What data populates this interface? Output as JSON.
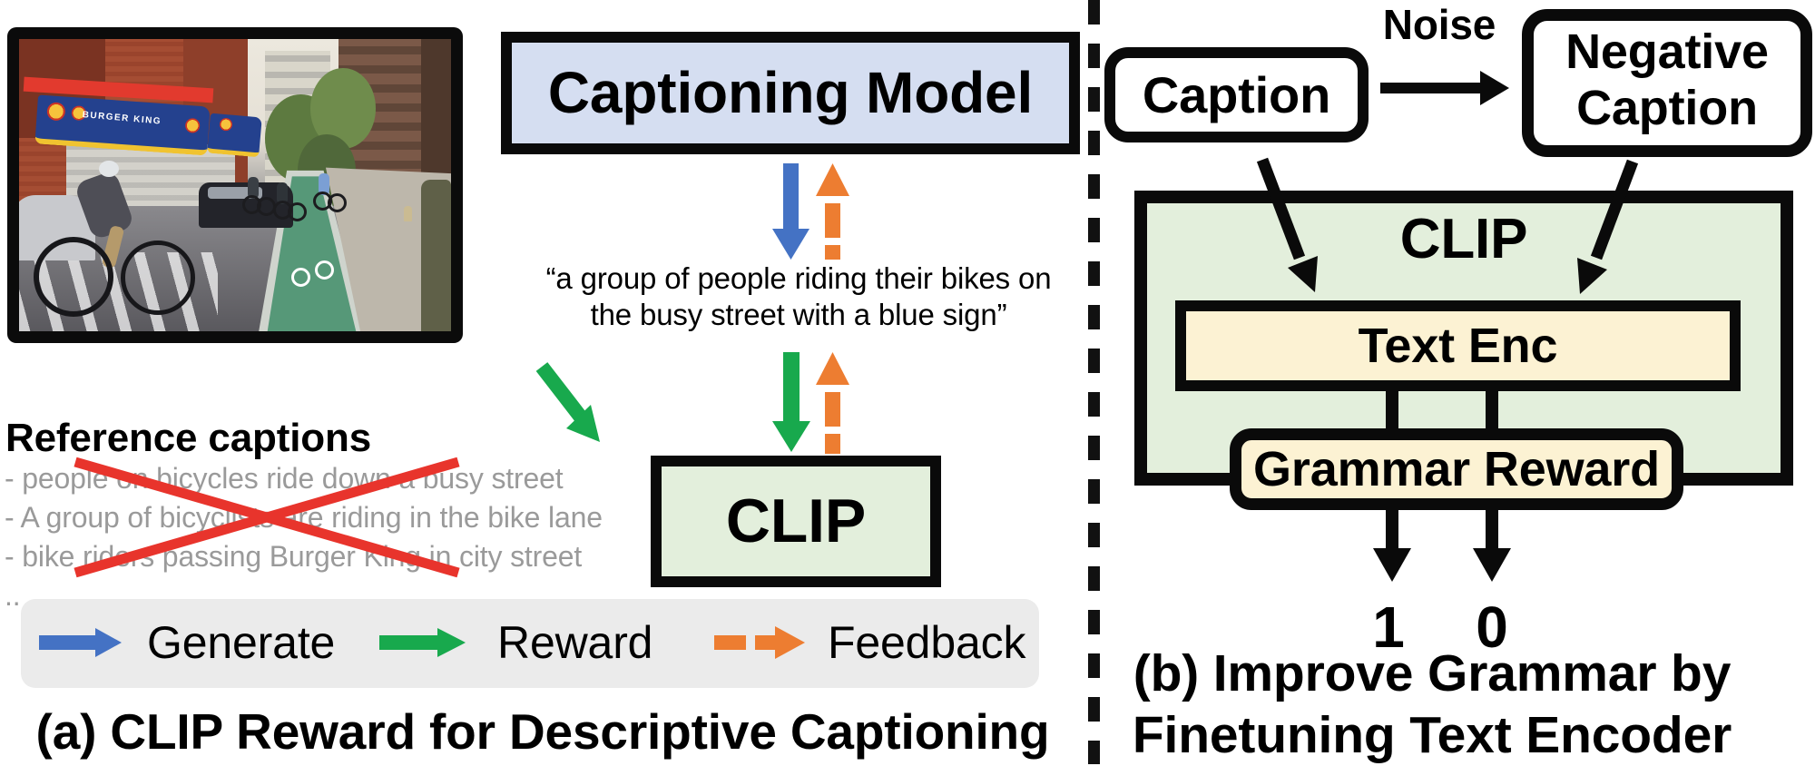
{
  "colors": {
    "accent_blue": "#4472C4",
    "accent_green": "#18A94D",
    "accent_orange": "#ED7D31",
    "box_blue_fill": "#D5DEF1",
    "box_green_fill": "#E3EFDC",
    "box_cream_fill": "#FCF2D3",
    "legend_bg": "#EBEBEB",
    "cross_red": "#E8342C",
    "ref_text_gray": "#9A9A9A",
    "ink": "#000000"
  },
  "panel_a": {
    "title": "(a) CLIP Reward for Descriptive Captioning",
    "captioning_model_label": "Captioning Model",
    "clip_label": "CLIP",
    "generated_caption": {
      "line1": "“a group of people riding their bikes on",
      "line2": "the busy street with a blue sign”"
    },
    "reference_captions": {
      "heading": "Reference captions",
      "items": [
        "- people on bicycles ride down a busy street",
        "- A group of bicyclists are riding in the bike lane",
        "- bike riders passing Burger King in city street"
      ],
      "more": ".."
    },
    "legend": [
      {
        "label": "Generate",
        "arrow": "blue-solid-arrow"
      },
      {
        "label": "Reward",
        "arrow": "green-solid-arrow"
      },
      {
        "label": "Feedback",
        "arrow": "orange-dashed-arrow"
      }
    ],
    "photo": {
      "storefront_sign": "BURGER KING"
    }
  },
  "panel_b": {
    "title_line1": "(b) Improve Grammar by",
    "title_line2": "Finetuning Text Encoder",
    "caption_label": "Caption",
    "noise_label": "Noise",
    "negative_caption_line1": "Negative",
    "negative_caption_line2": "Caption",
    "clip_label": "CLIP",
    "text_encoder_label": "Text Enc",
    "grammar_reward_label": "Grammar Reward",
    "output_match": "1",
    "output_mismatch": "0"
  }
}
